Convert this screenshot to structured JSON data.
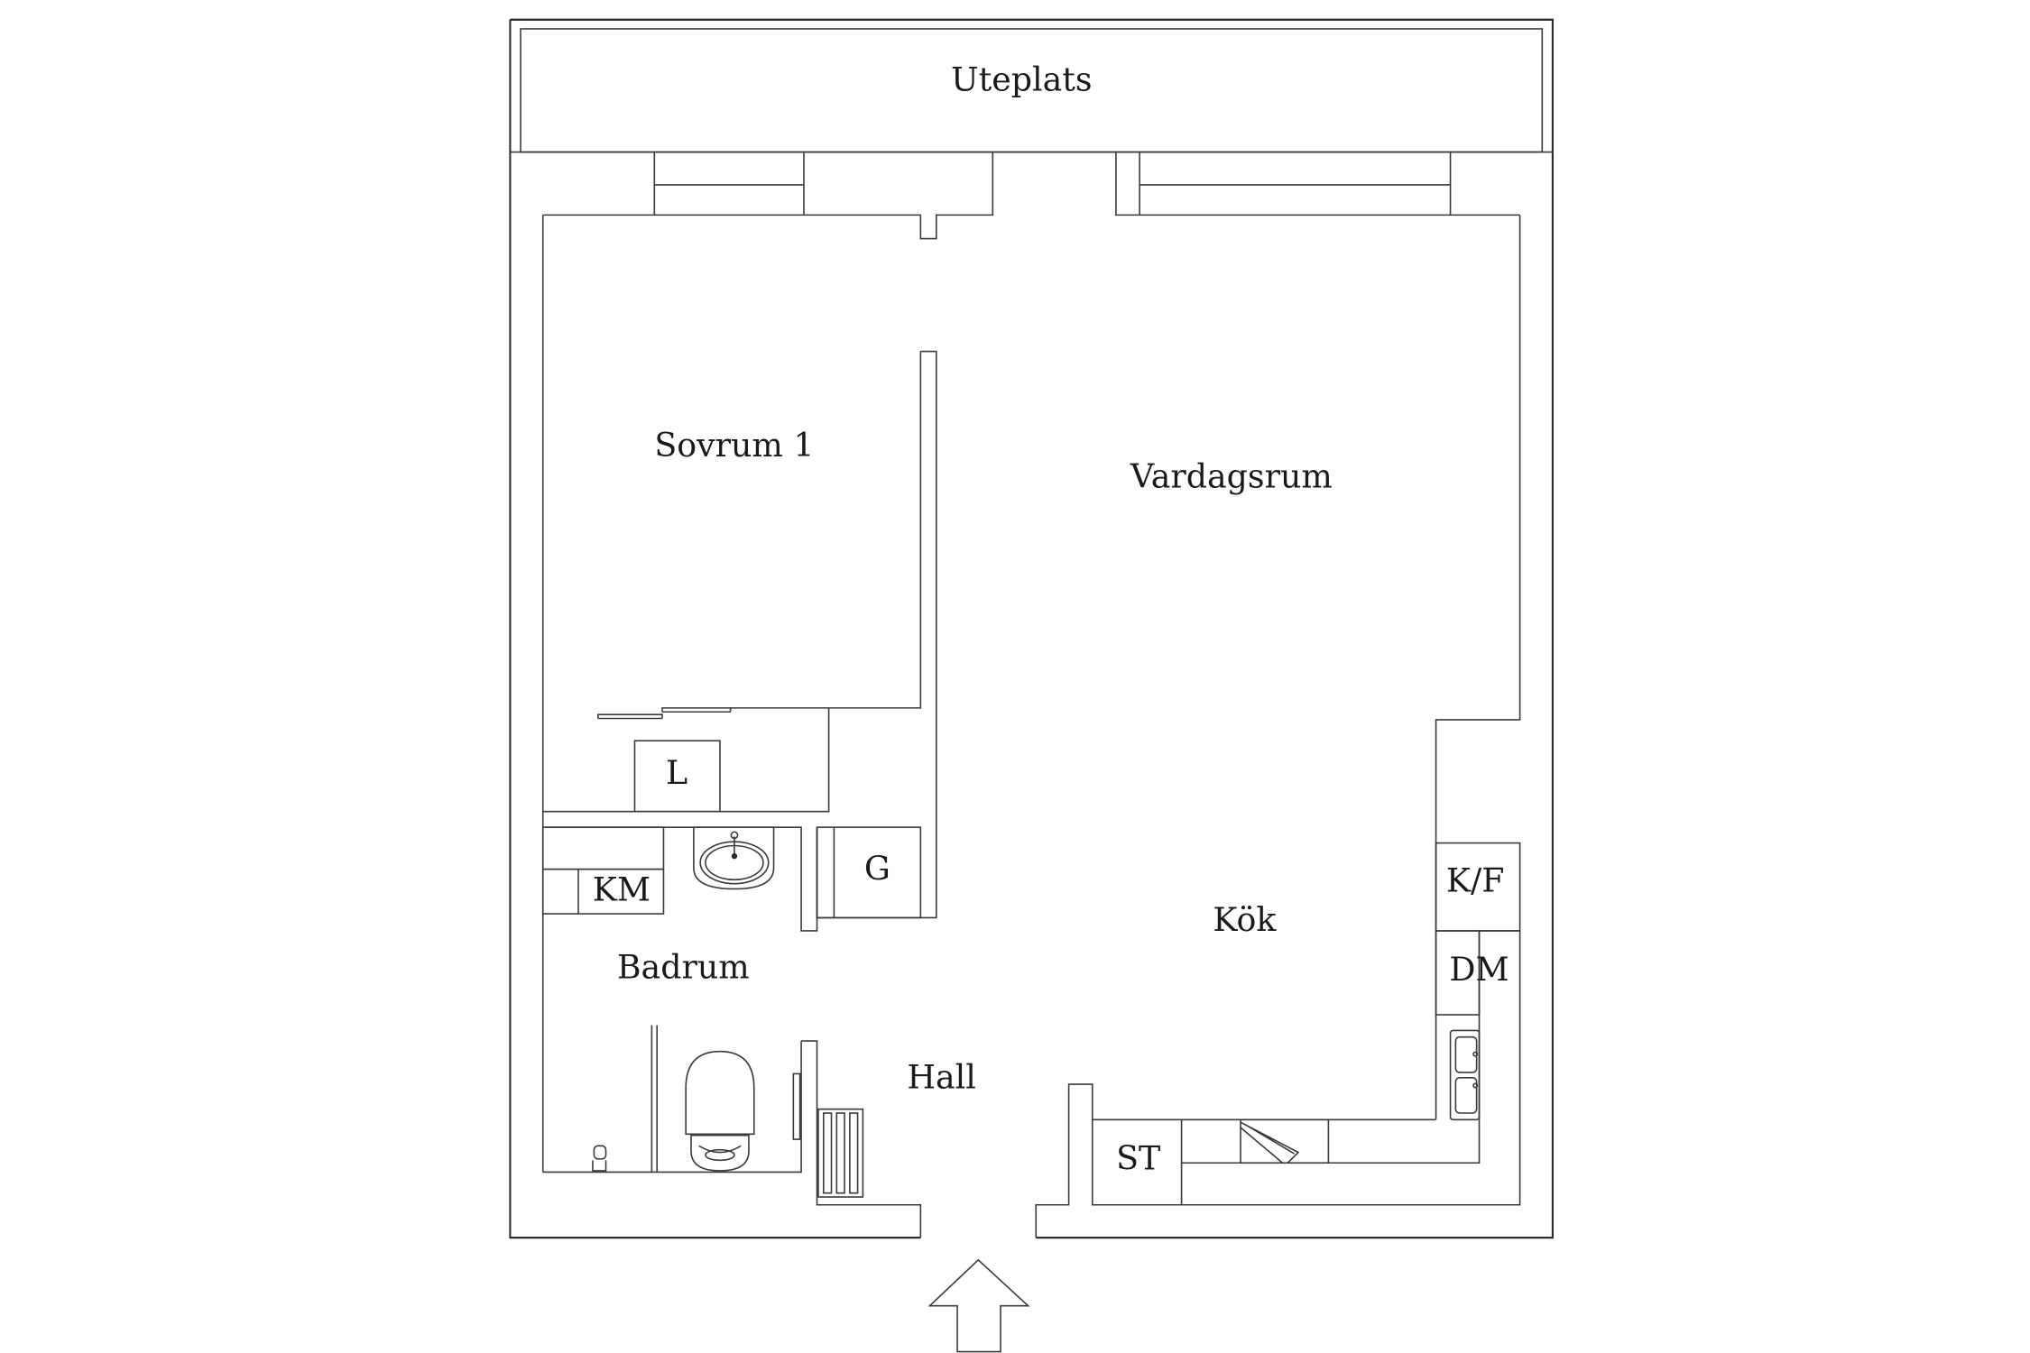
{
  "rooms": {
    "uteplats": "Uteplats",
    "sovrum": "Sovrum 1",
    "vardagsrum": "Vardagsrum",
    "kok": "Kök",
    "badrum": "Badrum",
    "hall": "Hall"
  },
  "fixtures": {
    "linen": "L",
    "wardrobe": "G",
    "washer": "KM",
    "fridge": "K/F",
    "dishwasher": "DM",
    "storage": "ST"
  },
  "icons": {
    "entrance": "entrance-arrow-icon",
    "sink": "sink-icon",
    "toilet": "toilet-icon",
    "stove": "stove-icon",
    "kitchen_sink": "kitchen-sink-icon"
  }
}
